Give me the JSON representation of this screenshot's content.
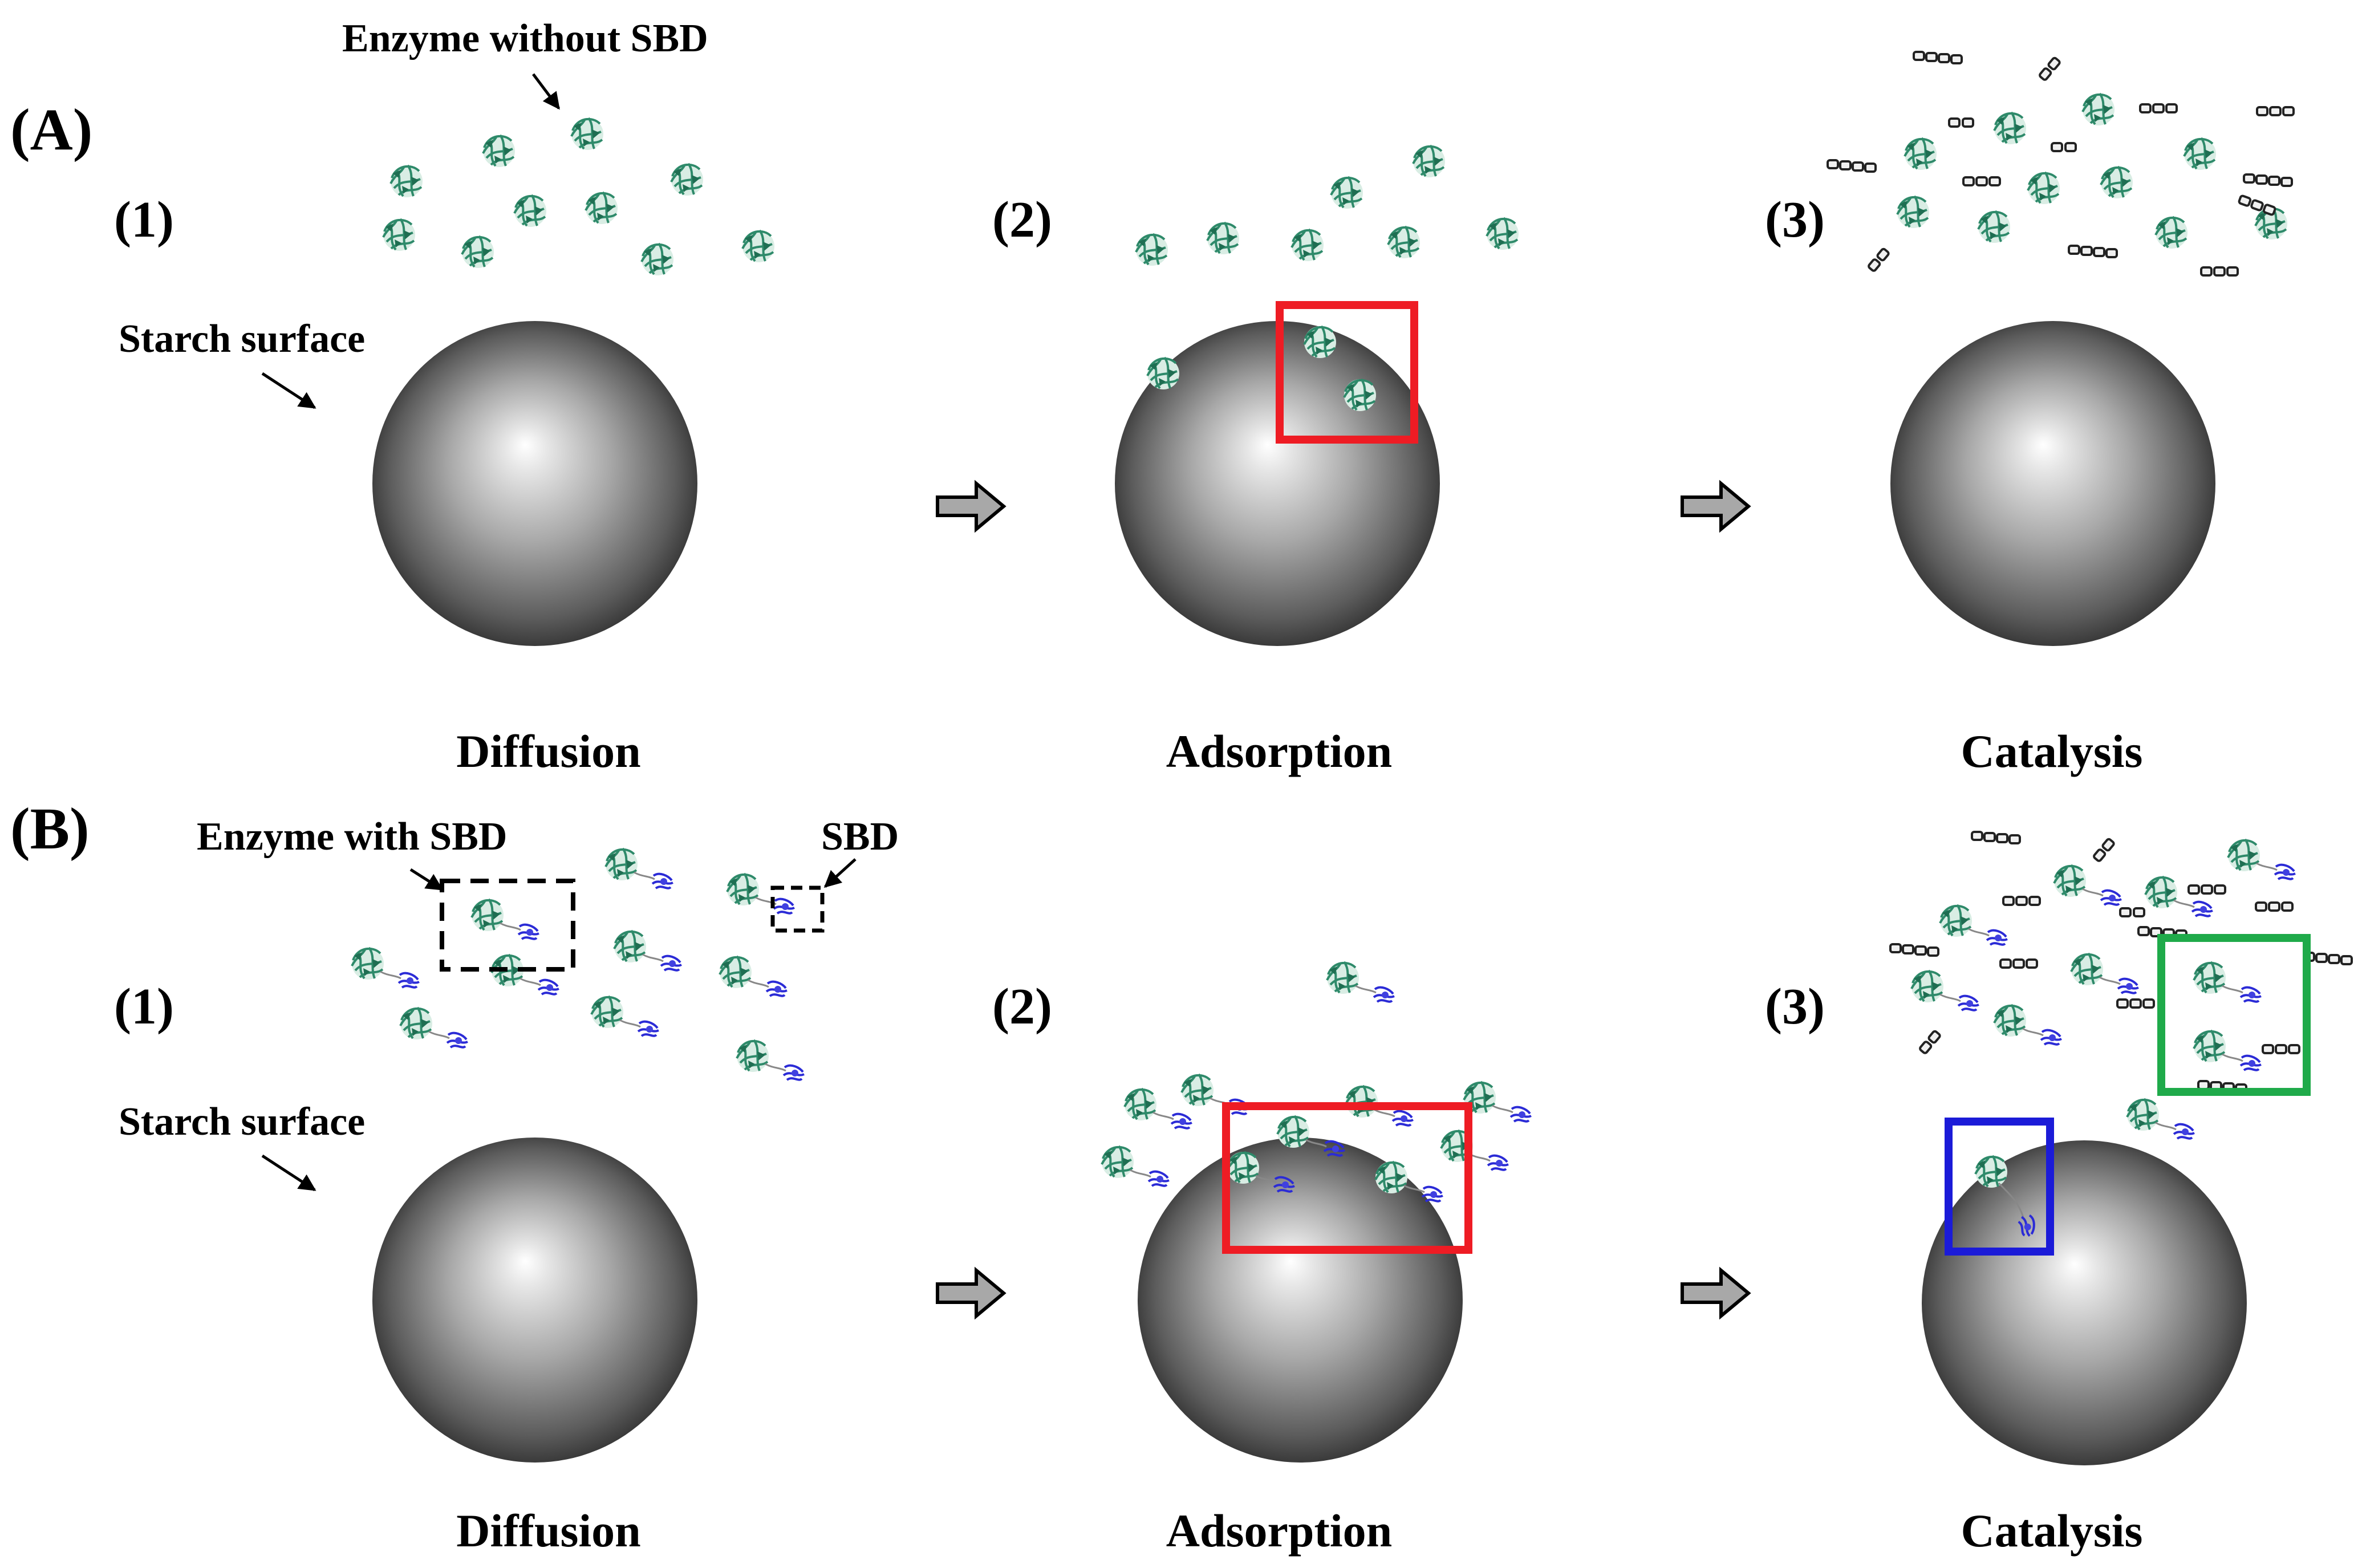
{
  "panels": [
    {
      "label": "(A)",
      "enzyme_label": "Enzyme without SBD",
      "surface_label": "Starch surface",
      "steps": [
        {
          "number": "(1)",
          "caption": "Diffusion"
        },
        {
          "number": "(2)",
          "caption": "Adsorption"
        },
        {
          "number": "(3)",
          "caption": "Catalysis"
        }
      ]
    },
    {
      "label": "(B)",
      "enzyme_label": "Enzyme with SBD",
      "sbd_label": "SBD",
      "surface_label": "Starch surface",
      "steps": [
        {
          "number": "(1)",
          "caption": "Diffusion"
        },
        {
          "number": "(2)",
          "caption": "Adsorption"
        },
        {
          "number": "(3)",
          "caption": "Catalysis"
        }
      ]
    }
  ],
  "colors": {
    "enzyme": "#2e8a6a",
    "sbd": "#2b2bd6",
    "highlight_red": "#ee1c24",
    "highlight_green": "#1faa4a",
    "highlight_blue": "#1b1bd8",
    "starch": "#8c8c8c"
  }
}
